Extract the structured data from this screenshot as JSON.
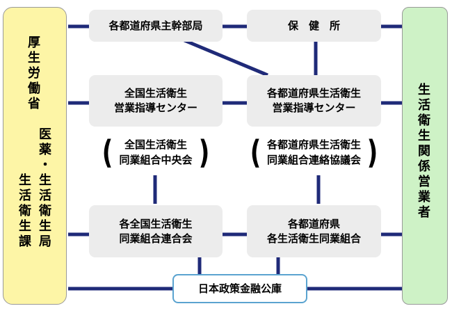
{
  "left_panel": {
    "title": "厚生労働省",
    "bureau": "医薬・生活衛生局",
    "division": "生活衛生課",
    "color": "#fdf5a6"
  },
  "right_panel": {
    "title": "生活衛生関係営業者",
    "color": "#cef2c6"
  },
  "boxes": {
    "prefectural_office": "各都道府県主幹部局",
    "health_center": "保　健　所",
    "national_center": [
      "全国生活衛生",
      "営業指導センター"
    ],
    "prefectural_center": [
      "各都道府県生活衛生",
      "営業指導センター"
    ],
    "central_association": [
      "全国生活衛生",
      "同業組合中央会"
    ],
    "liaison_council": [
      "各都道府県生活衛生",
      "同業組合連絡協議会"
    ],
    "national_federation": [
      "各全国生活衛生",
      "同業組合連合会"
    ],
    "prefectural_union": [
      "各都道府県",
      "各生活衛生同業組合"
    ],
    "finance_corp": "日本政策金融公庫"
  },
  "colors": {
    "connector": "#1f2a78",
    "box_fill": "#ececec",
    "finance_border": "#5aa3d0"
  }
}
